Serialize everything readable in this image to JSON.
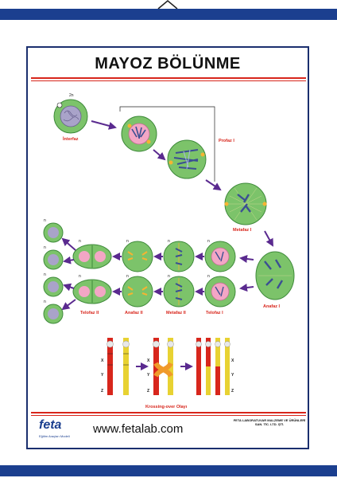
{
  "poster": {
    "title": "MAYOZ BÖLÜNME",
    "labels": {
      "interfaz": "İnterfaz",
      "profaz1": "Profaz I",
      "metafaz1": "Metafaz I",
      "anafaz1": "Anafaz I",
      "telofaz1": "Telofaz I",
      "metafaz2": "Metafaz II",
      "anafaz2": "Anafaz II",
      "telofaz2": "Telofaz II",
      "crossing": "Krossing-over Olayı",
      "ploidy_2n": "2n",
      "ploidy_n": "n",
      "chrom_x": "X",
      "chrom_y": "Y",
      "chrom_z": "Z"
    },
    "footer": {
      "logo": "feta",
      "logo_sub": "Eğitim Araçları Modeli",
      "url": "www.fetalab.com",
      "company": "FETA LABORATUVAR MALZEME VE ÜRÜNLERİ SAN. TİC. LTD. ŞTİ."
    }
  },
  "colors": {
    "rod": "#1b3f8f",
    "border": "#1b2f6e",
    "accent_red": "#d8261c",
    "cell_green": "#7cc36a",
    "cell_edge": "#3e8a3a",
    "nucleus_pink": "#f3a6c5",
    "chromosome_blue": "#3b4f93",
    "arrow_purple": "#5a2a8f"
  }
}
